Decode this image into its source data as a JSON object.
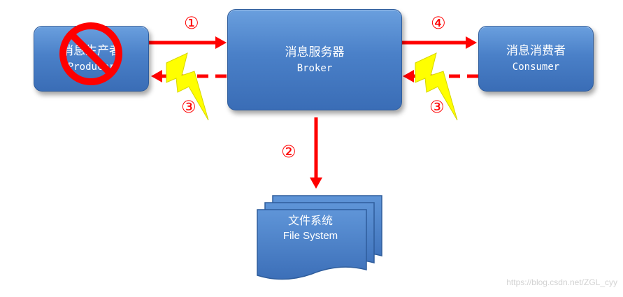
{
  "producer": {
    "title": "消息生产者",
    "subtitle": "Producer"
  },
  "broker": {
    "title": "消息服务器",
    "subtitle": "Broker"
  },
  "consumer": {
    "title": "消息消费者",
    "subtitle": "Consumer"
  },
  "file_system": {
    "title": "文件系统",
    "subtitle": "File System"
  },
  "steps": {
    "s1": "①",
    "s2": "②",
    "s3_left": "③",
    "s3_right": "③",
    "s4": "④"
  },
  "watermark": "https://blog.csdn.net/ZGL_cyy",
  "colors": {
    "box_blue": "#4a80c8",
    "arrow_red": "#ff0000",
    "lightning_yellow": "#ffff00"
  }
}
